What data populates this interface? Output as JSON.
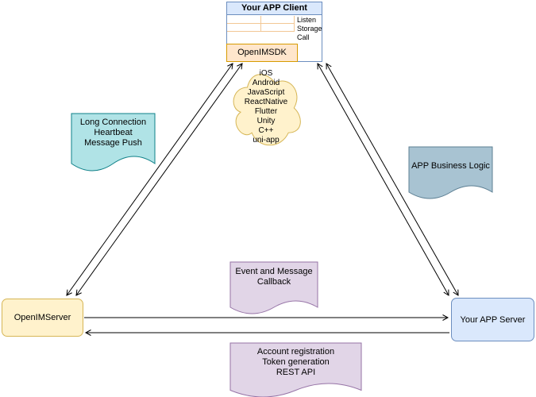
{
  "client": {
    "title": "Your APP Client",
    "labels": [
      "Listen",
      "Storage",
      "Call"
    ],
    "sdk_label": "OpenIMSDK"
  },
  "cloud": {
    "platforms": "iOS\nAndroid\nJavaScript\nReactNative\nFlutter\nUnity\nC++\nuni-app"
  },
  "callouts": {
    "long_connection": "Long Connection\nHeartbeat\nMessage Push",
    "business_logic": "APP Business Logic",
    "event_callback": "Event and Message\nCallback",
    "rest_api": "Account registration\nToken generation\nREST API"
  },
  "nodes": {
    "openim_server": "OpenIMServer",
    "app_server": "Your APP Server"
  },
  "colors": {
    "client_header_fill": "#dae8fc",
    "client_border": "#6c8ebf",
    "sdk_fill": "#ffe6cc",
    "sdk_border": "#d79b00",
    "cloud_fill": "#fff2cc",
    "cloud_border": "#d6b656",
    "long_connection_fill": "#b0e3e6",
    "long_connection_border": "#0e8088",
    "business_logic_fill": "#a8c3d2",
    "business_logic_border": "#5c7f93",
    "purple_fill": "#e1d5e7",
    "purple_border": "#9673a6",
    "openim_server_fill": "#fff2cc",
    "app_server_fill": "#dae8fc",
    "arrow_color": "#000000"
  }
}
